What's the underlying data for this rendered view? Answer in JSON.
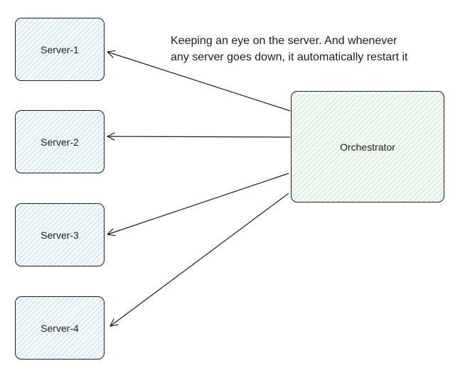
{
  "diagram": {
    "note_lines": [
      "Keeping an eye on the server. And whenever",
      "any server goes down, it automatically restart it"
    ],
    "nodes": {
      "server1": "Server-1",
      "server2": "Server-2",
      "server3": "Server-3",
      "server4": "Server-4",
      "orchestrator": "Orchestrator"
    },
    "edges": [
      {
        "from": "Orchestrator",
        "to": "Server-1"
      },
      {
        "from": "Orchestrator",
        "to": "Server-2"
      },
      {
        "from": "Orchestrator",
        "to": "Server-3"
      },
      {
        "from": "Orchestrator",
        "to": "Server-4"
      }
    ],
    "colors": {
      "server_fill": "#dbeaf6",
      "orchestrator_fill": "#d6f2da",
      "stroke": "#1e1e1e"
    }
  }
}
